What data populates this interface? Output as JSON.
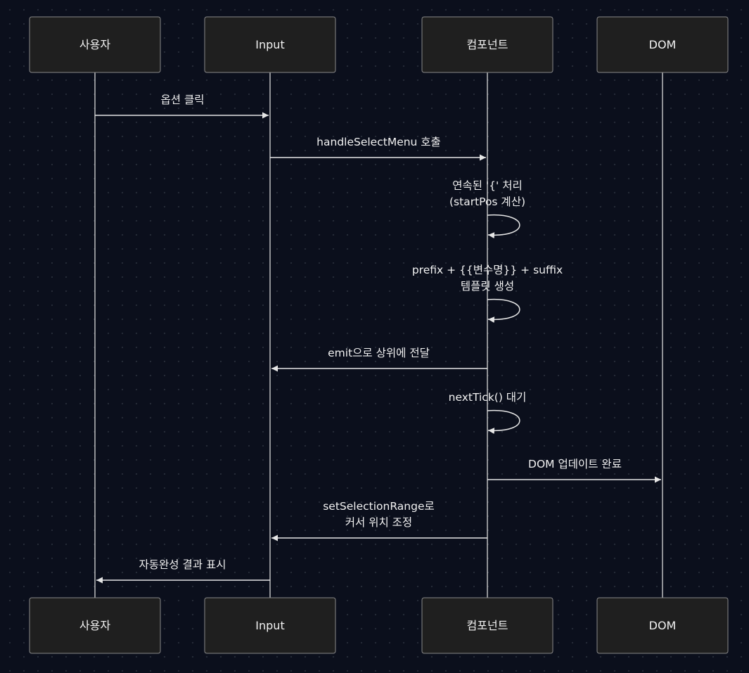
{
  "diagram": {
    "type": "sequence",
    "participants": [
      "사용자",
      "Input",
      "컴포넌트",
      "DOM"
    ],
    "messages": [
      {
        "from": 0,
        "to": 1,
        "lines": [
          "옵션 클릭"
        ]
      },
      {
        "from": 1,
        "to": 2,
        "lines": [
          "handleSelectMenu 호출"
        ]
      },
      {
        "from": 2,
        "to": 2,
        "lines": [
          "연속된 '{' 처리",
          "(startPos 계산)"
        ]
      },
      {
        "from": 2,
        "to": 2,
        "lines": [
          "prefix + {{변수명}} + suffix",
          "템플릿 생성"
        ]
      },
      {
        "from": 2,
        "to": 1,
        "lines": [
          "emit으로 상위에 전달"
        ]
      },
      {
        "from": 2,
        "to": 2,
        "lines": [
          "nextTick() 대기"
        ]
      },
      {
        "from": 2,
        "to": 3,
        "lines": [
          "DOM 업데이트 완료"
        ]
      },
      {
        "from": 2,
        "to": 1,
        "lines": [
          "setSelectionRange로",
          "커서 위치 조정"
        ]
      },
      {
        "from": 1,
        "to": 0,
        "lines": [
          "자동완성 결과 표시"
        ]
      }
    ]
  },
  "colors": {
    "background": "#0b0f1c",
    "actor_fill": "#1f1f1f",
    "actor_border": "#8a8a8a",
    "line": "#e6e6e6",
    "text": "#f2f2f2"
  }
}
